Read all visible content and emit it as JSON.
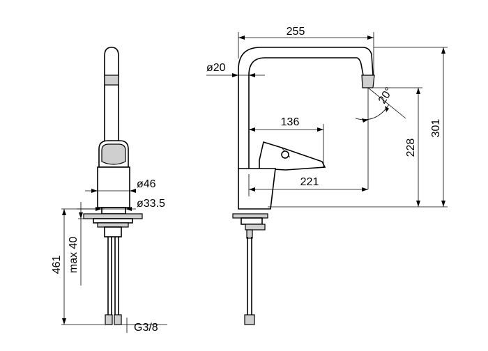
{
  "dimensions": {
    "spout_reach": "255",
    "spout_diameter": "ø20",
    "lever_reach": "136",
    "angle": "20°",
    "body_reach": "221",
    "spout_height": "228",
    "total_height": "301",
    "body_diameter": "ø46",
    "base_diameter": "ø33.5",
    "max_deck_thickness": "max 40",
    "supply_length": "461",
    "connection_thread": "G3/8"
  }
}
